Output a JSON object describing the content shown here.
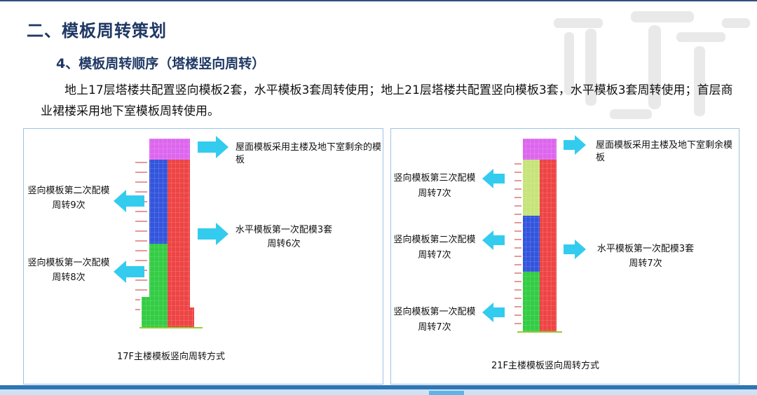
{
  "heading": "二、模板周转策划",
  "subheading": "4、模板周转顺序（塔楼竖向周转）",
  "paragraph": "地上17层塔楼共配置竖向模板2套，水平模板3套周转使用；地上21层塔楼共配置竖向模板3套，水平模板3套周转使用；首层商业裙楼采用地下室模板周转使用。",
  "colors": {
    "heading": "#1f3864",
    "arrow": "#33ccee",
    "roof": "#dd66ee",
    "vertical_set_1": "#33cc44",
    "vertical_set_2": "#3355dd",
    "vertical_set_3": "#c6e47a",
    "horizontal_set": "#ee4444",
    "panel_border": "#9dc3e6"
  },
  "left_panel": {
    "caption": "17F主楼模板竖向周转方式",
    "roof_label": "屋面模板采用主楼及地下室剩余的模板",
    "horizontal_label_1": "水平模板第一次配模3套",
    "horizontal_label_2": "周转6次",
    "vertical_second_label_1": "竖向模板第二次配模",
    "vertical_second_label_2": "周转9次",
    "vertical_first_label_1": "竖向模板第一次配模",
    "vertical_first_label_2": "周转8次"
  },
  "right_panel": {
    "caption": "21F主楼模板竖向周转方式",
    "roof_label": "屋面模板采用主楼及地下室剩余模板",
    "horizontal_label_1": "水平模板第一次配模3套",
    "horizontal_label_2": "周转7次",
    "vertical_third_label_1": "竖向模板第三次配模",
    "vertical_third_label_2": "周转7次",
    "vertical_second_label_1": "竖向模板第二次配模",
    "vertical_second_label_2": "周转7次",
    "vertical_first_label_1": "竖向模板第一次配模",
    "vertical_first_label_2": "周转7次"
  }
}
